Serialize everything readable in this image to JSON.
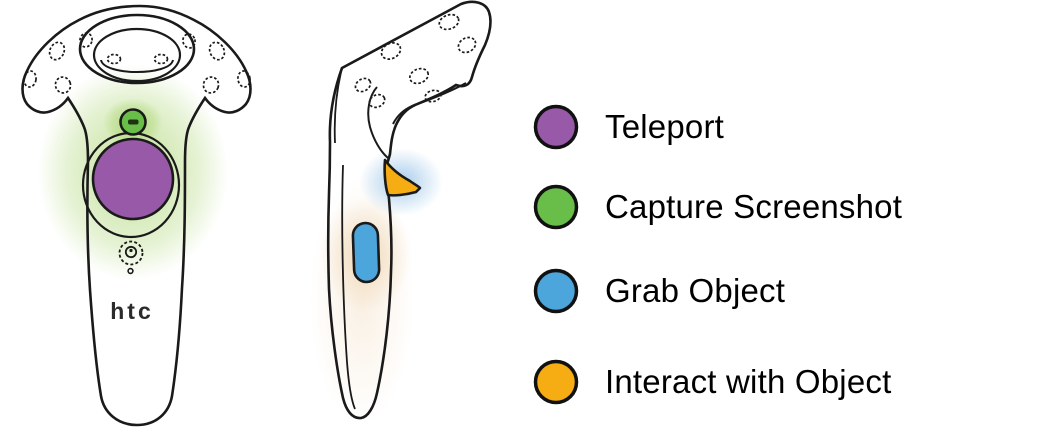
{
  "legend": {
    "items": [
      {
        "label": "Teleport",
        "color": "#9859a8"
      },
      {
        "label": "Capture Screenshot",
        "color": "#68be49"
      },
      {
        "label": "Grab Object",
        "color": "#4ca5db"
      },
      {
        "label": "Interact with Object",
        "color": "#f6ac13"
      }
    ]
  },
  "controller": {
    "brand_label": "htc"
  },
  "colors": {
    "background": "#ffffff",
    "outline": "#1a1a1a",
    "logo": "#2b2b2b",
    "glow_green": "#8dc63f",
    "glow_blue": "#6aa9dd",
    "glow_warm": "#e8c28e"
  }
}
